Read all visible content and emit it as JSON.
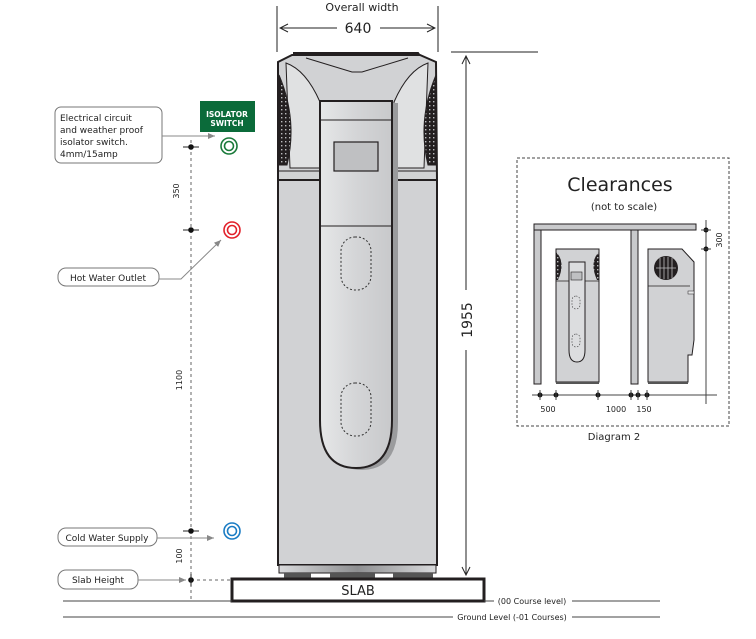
{
  "title": "Heat pump water heater installation dimensions",
  "dimensions": {
    "overall_width_label": "Overall width",
    "overall_width_value": "640",
    "height_value": "1955",
    "spacing_switch_to_hot": "350",
    "spacing_hot_to_cold": "1100",
    "spacing_cold_to_slab": "100"
  },
  "isolator_badge": {
    "line1": "ISOLATOR",
    "line2": "SWITCH",
    "color": "#0b6b3a"
  },
  "callouts": {
    "electrical": {
      "lines": [
        "Electrical circuit",
        "and weather proof",
        "isolator switch.",
        "4mm/15amp"
      ]
    },
    "hot_water": {
      "label": "Hot Water Outlet",
      "color": "#e2202a"
    },
    "cold_water": {
      "label": "Cold Water Supply",
      "color": "#1a7cc4"
    },
    "slab_height": {
      "label": "Slab Height"
    }
  },
  "connection_colors": {
    "electrical": "#1a7a3a",
    "hot": "#e2202a",
    "cold": "#1a7cc4"
  },
  "slab": {
    "label": "SLAB"
  },
  "levels": {
    "course": "(00 Course level)",
    "ground": "Ground Level (-01 Courses)"
  },
  "clearances": {
    "title": "Clearances",
    "subtitle": "(not to scale)",
    "dim_500": "500",
    "dim_1000": "1000",
    "dim_150": "150",
    "dim_300": "300",
    "caption": "Diagram 2"
  }
}
